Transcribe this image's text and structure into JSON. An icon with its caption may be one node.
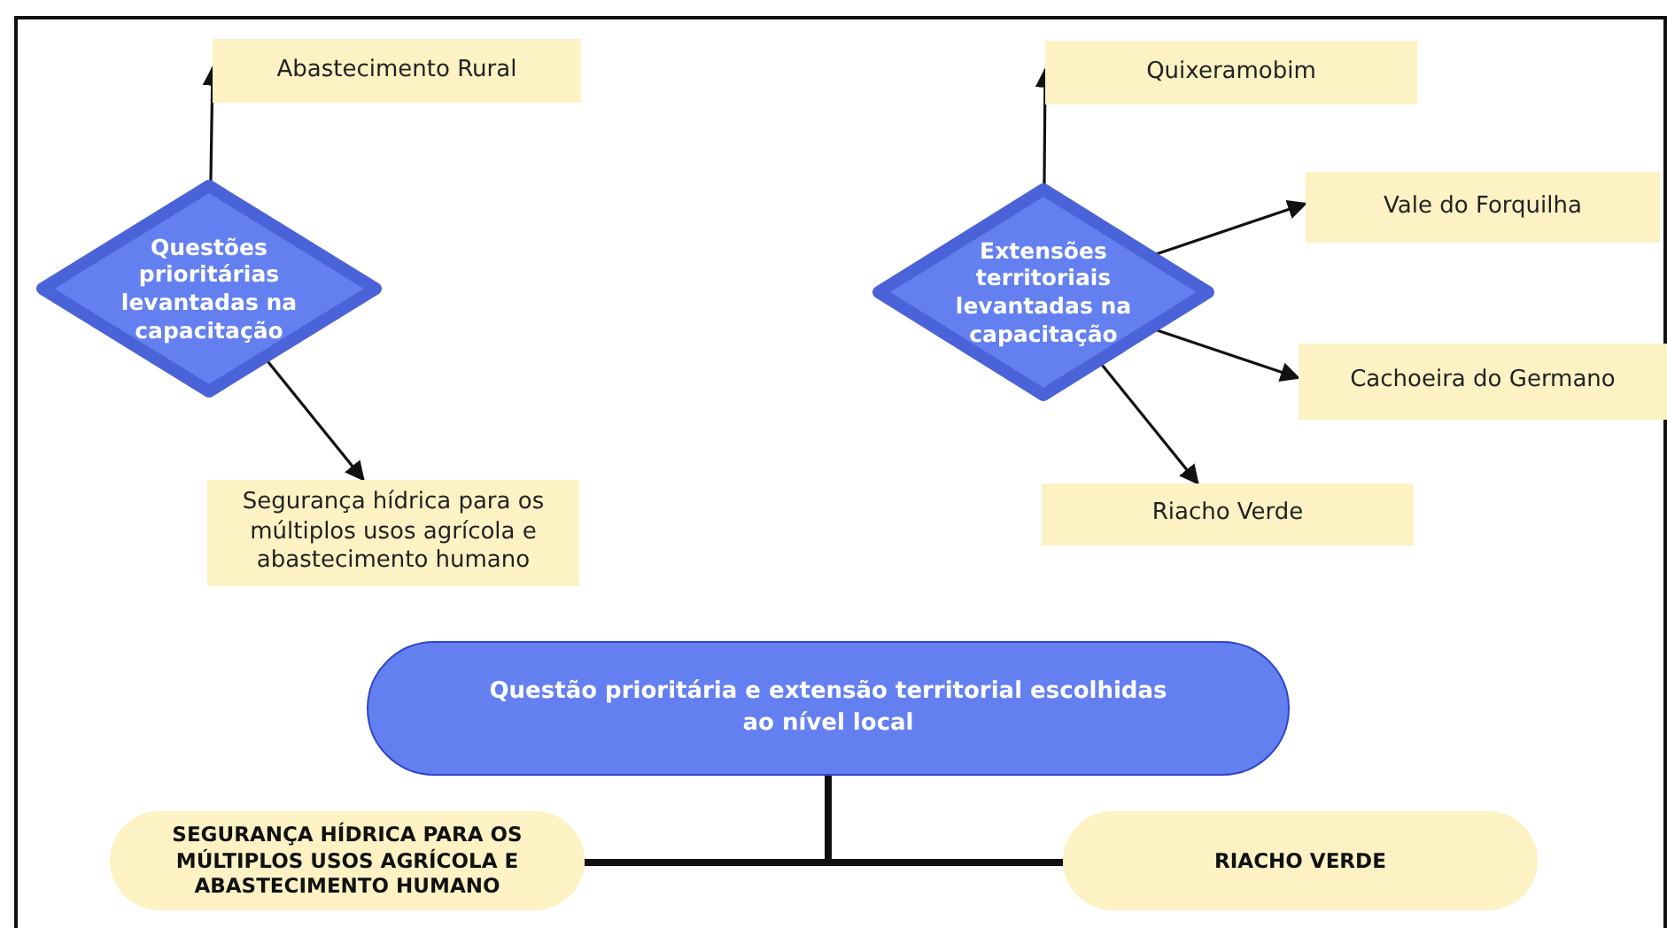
{
  "diagram": {
    "nodes": [
      {
        "text": [
          "Abastecimento Rural"
        ]
      },
      {
        "text": [
          "Questões prioritárias levantadas na capacitação"
        ]
      },
      {
        "text": [
          "Segurança hídrica para os múltiplos usos agrícola e abastecimento humano"
        ]
      },
      {
        "text": [
          "Extensões territoriais levantadas na capacitação"
        ]
      },
      {
        "text": [
          "Quixeramobim"
        ]
      },
      {
        "text": [
          "Vale do Forquilha"
        ]
      },
      {
        "text": [
          "Cachoeira do Germano"
        ]
      },
      {
        "text": [
          "Riacho Verde"
        ]
      },
      {
        "text": [
          "Questão prioritária e extensão territorial escolhidas ao nível local"
        ]
      },
      {
        "text": [
          "SEGURANÇA HÍDRICA PARA OS MÚLTIPLOS USOS AGRÍCOLA E ABASTECIMENTO HUMANO"
        ]
      },
      {
        "text": [
          "RIACHO VERDE"
        ]
      }
    ],
    "edges": [
      {
        "from": 1,
        "to": 0,
        "arrow": "to"
      },
      {
        "from": 1,
        "to": 2,
        "arrow": "to"
      },
      {
        "from": 3,
        "to": 4,
        "arrow": "to"
      },
      {
        "from": 3,
        "to": 5,
        "arrow": "to"
      },
      {
        "from": 3,
        "to": 6,
        "arrow": "to"
      },
      {
        "from": 3,
        "to": 7,
        "arrow": "to"
      },
      {
        "from": 8,
        "to": 9,
        "arrow": "none",
        "style": "thick"
      },
      {
        "from": 8,
        "to": 10,
        "arrow": "none",
        "style": "thick"
      }
    ]
  }
}
